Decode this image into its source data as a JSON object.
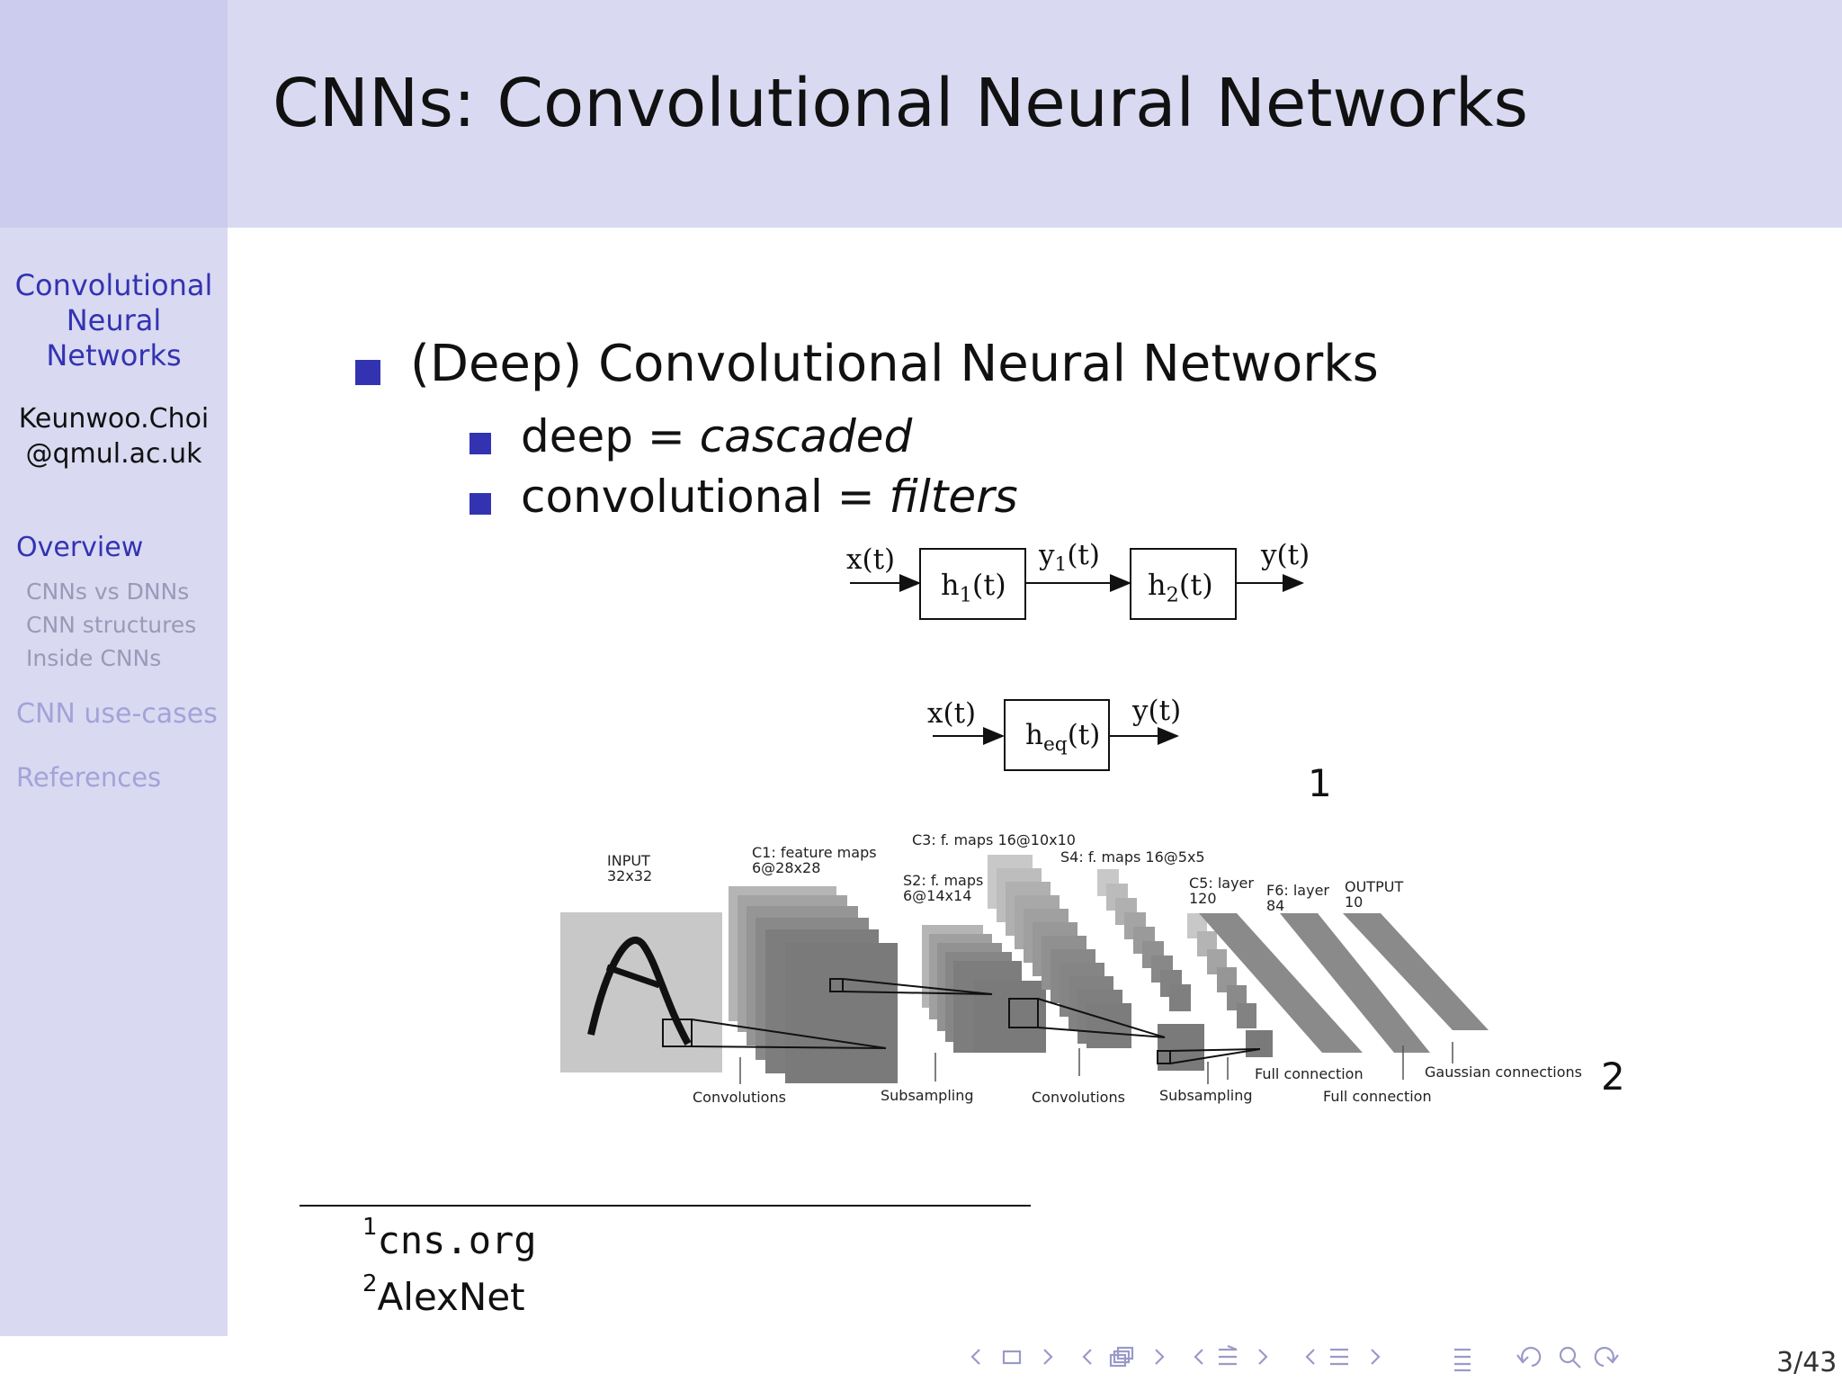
{
  "slide": {
    "title": "CNNs: Convolutional Neural Networks"
  },
  "sidebar": {
    "talk_title_lines": [
      "Convolutional",
      "Neural",
      "Networks"
    ],
    "author_lines": [
      "Keunwoo.Choi",
      "@qmul.ac.uk"
    ],
    "sections": [
      {
        "label": "Overview",
        "active": true,
        "subsections": [
          "CNNs vs DNNs",
          "CNN structures",
          "Inside CNNs"
        ]
      },
      {
        "label": "CNN use-cases",
        "active": false
      },
      {
        "label": "References",
        "active": false
      }
    ]
  },
  "content": {
    "bullet_main": "(Deep) Convolutional Neural Networks",
    "sub_bullets": [
      {
        "term": "deep",
        "eq": " = ",
        "value": "cascaded"
      },
      {
        "term": "convolutional",
        "eq": " = ",
        "value": "filters"
      }
    ],
    "figure1": {
      "cascade": {
        "input": "x(t)",
        "block1": "h1(t)",
        "mid": "y1(t)",
        "block2": "h2(t)",
        "output": "y(t)"
      },
      "equivalent": {
        "input": "x(t)",
        "block": "heq(t)",
        "output": "y(t)"
      },
      "footnote_marker": "1"
    },
    "figure2": {
      "labels": {
        "input": [
          "INPUT",
          "32x32"
        ],
        "c1": [
          "C1: feature maps",
          "6@28x28"
        ],
        "s2": [
          "S2: f. maps",
          "6@14x14"
        ],
        "c3": "C3: f. maps 16@10x10",
        "s4": "S4: f. maps 16@5x5",
        "c5": [
          "C5: layer",
          "120"
        ],
        "f6": [
          "F6: layer",
          "84"
        ],
        "output": [
          "OUTPUT",
          "10"
        ],
        "bottom": [
          "Convolutions",
          "Subsampling",
          "Convolutions",
          "Subsampling",
          "Full connection",
          "Full connection",
          "Gaussian connections"
        ]
      },
      "footnote_marker": "2"
    }
  },
  "footnotes": [
    {
      "mark": "1",
      "text": "cns.org"
    },
    {
      "mark": "2",
      "text": "AlexNet"
    }
  ],
  "nav": {
    "page": "3/43"
  }
}
